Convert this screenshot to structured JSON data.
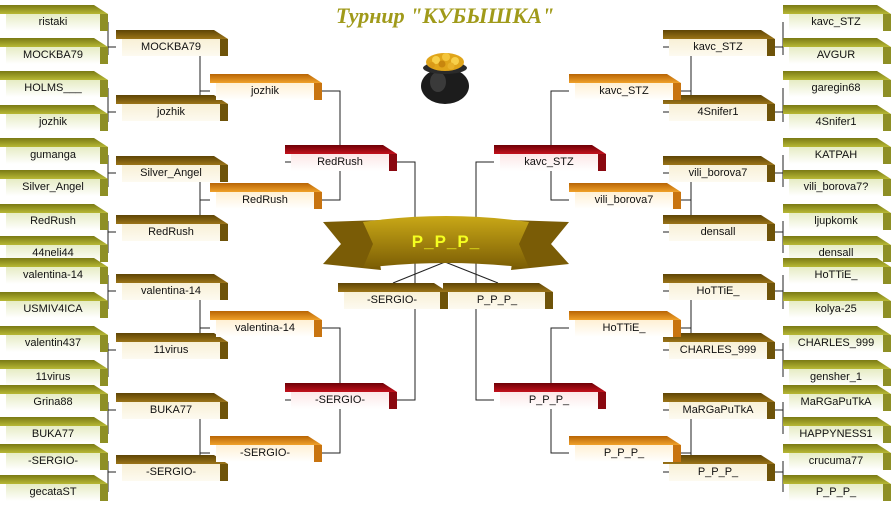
{
  "title": "Турнир \"КУБЫШКА\"",
  "winner": "P_P_P_",
  "left": {
    "round1": [
      "ristaki",
      "MOCKBA79",
      "HOLMS___",
      "jozhik",
      "gumanga",
      "Silver_Angel",
      "RedRush",
      "44neli44",
      "valentina-14",
      "USMIV4ICA",
      "valentin437",
      "11virus",
      "Grina88",
      "BUKA77",
      "-SERGIO-",
      "gecataST"
    ],
    "round2": [
      "MOCKBA79",
      "jozhik",
      "Silver_Angel",
      "RedRush",
      "valentina-14",
      "11virus",
      "BUKA77",
      "-SERGIO-"
    ],
    "round3": [
      "jozhik",
      "RedRush",
      "valentina-14",
      "-SERGIO-"
    ],
    "semi": [
      "RedRush",
      "-SERGIO-"
    ],
    "final": "-SERGIO-"
  },
  "right": {
    "round1": [
      "kavc_STZ",
      "AVGUR",
      "garegin68",
      "4Snifer1",
      "KATPAH",
      "vili_borova7?",
      "ljupkomk",
      "densall",
      "HoTTiE_",
      "kolya-25",
      "CHARLES_999",
      "gensher_1",
      "MaRGaPuTkA",
      "HAPPYNESS1",
      "crucuma77",
      "P_P_P_"
    ],
    "round2": [
      "kavc_STZ",
      "4Snifer1",
      "vili_borova7",
      "densall",
      "HoTTiE_",
      "CHARLES_999",
      "MaRGaPuTkA",
      "P_P_P_"
    ],
    "round3": [
      "kavc_STZ",
      "vili_borova7",
      "HoTTiE_",
      "P_P_P_"
    ],
    "semi": [
      "kavc_STZ",
      "P_P_P_"
    ],
    "final": "P_P_P_"
  },
  "colors": {
    "green": "#9a9b2a",
    "brown": "#7a5a0d",
    "orange": "#e08a18",
    "red": "#a50a14",
    "banner": "#9a7a08"
  }
}
